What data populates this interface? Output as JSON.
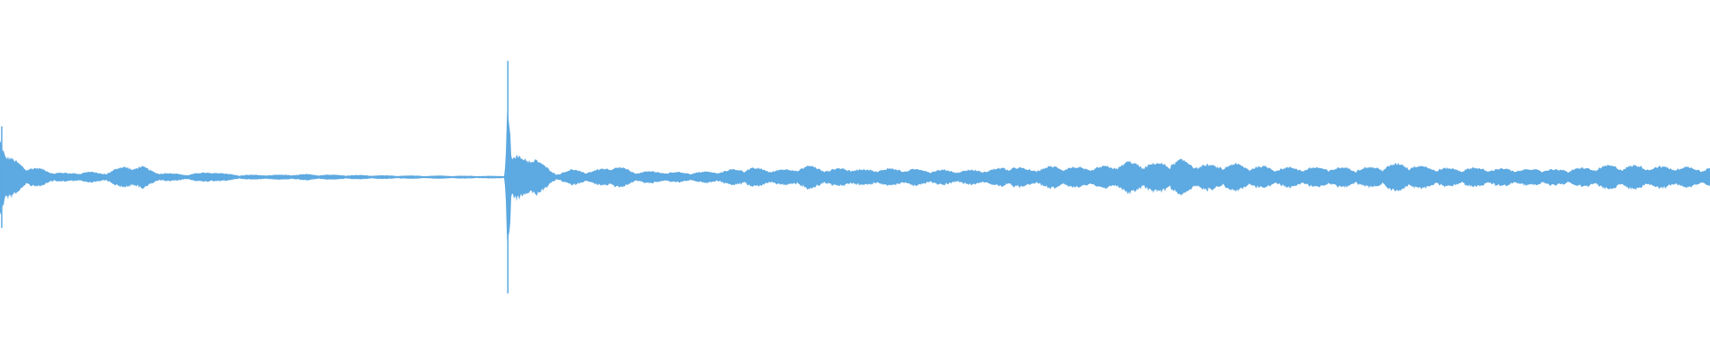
{
  "waveform": {
    "color": "#5DA9E1",
    "background": "#FFFFFF",
    "envelope": [
      [
        0.0,
        0.3
      ],
      [
        0.3,
        0.12
      ],
      [
        0.6,
        0.1
      ],
      [
        1.0,
        0.08
      ],
      [
        1.5,
        0.06
      ],
      [
        2.0,
        0.05
      ],
      [
        2.6,
        0.04
      ],
      [
        3.0,
        0.03
      ],
      [
        4.0,
        0.02
      ],
      [
        5.0,
        0.03
      ],
      [
        6.0,
        0.02
      ],
      [
        7.0,
        0.05
      ],
      [
        7.6,
        0.06
      ],
      [
        8.2,
        0.06
      ],
      [
        9.0,
        0.03
      ],
      [
        10.0,
        0.02
      ],
      [
        11.0,
        0.015
      ],
      [
        12.5,
        0.03
      ],
      [
        13.0,
        0.02
      ],
      [
        14.0,
        0.012
      ],
      [
        16.0,
        0.012
      ],
      [
        18.0,
        0.015
      ],
      [
        20.0,
        0.012
      ],
      [
        22.0,
        0.01
      ],
      [
        24.0,
        0.008
      ],
      [
        26.0,
        0.008
      ],
      [
        29.5,
        0.006
      ],
      [
        29.7,
        0.55
      ],
      [
        29.9,
        0.12
      ],
      [
        30.5,
        0.1
      ],
      [
        31.2,
        0.12
      ],
      [
        31.8,
        0.06
      ],
      [
        32.5,
        0.02
      ],
      [
        33.5,
        0.04
      ],
      [
        34.5,
        0.03
      ],
      [
        36.0,
        0.06
      ],
      [
        37.0,
        0.03
      ],
      [
        38.0,
        0.03
      ],
      [
        40.0,
        0.025
      ],
      [
        42.0,
        0.03
      ],
      [
        43.7,
        0.05
      ],
      [
        45.0,
        0.04
      ],
      [
        46.0,
        0.04
      ],
      [
        47.3,
        0.06
      ],
      [
        48.5,
        0.04
      ],
      [
        49.5,
        0.05
      ],
      [
        50.5,
        0.04
      ],
      [
        52.0,
        0.045
      ],
      [
        54.0,
        0.04
      ],
      [
        56.0,
        0.035
      ],
      [
        58.0,
        0.04
      ],
      [
        59.3,
        0.06
      ],
      [
        60.0,
        0.04
      ],
      [
        61.0,
        0.05
      ],
      [
        62.0,
        0.06
      ],
      [
        63.0,
        0.05
      ],
      [
        64.0,
        0.05
      ],
      [
        65.0,
        0.06
      ],
      [
        66.0,
        0.08
      ],
      [
        67.0,
        0.07
      ],
      [
        68.0,
        0.075
      ],
      [
        69.0,
        0.09
      ],
      [
        70.0,
        0.07
      ],
      [
        71.0,
        0.06
      ],
      [
        72.0,
        0.07
      ],
      [
        73.0,
        0.06
      ],
      [
        74.0,
        0.055
      ],
      [
        75.0,
        0.05
      ],
      [
        76.0,
        0.05
      ],
      [
        77.0,
        0.05
      ],
      [
        78.0,
        0.05
      ],
      [
        79.0,
        0.05
      ],
      [
        80.0,
        0.05
      ],
      [
        81.0,
        0.06
      ],
      [
        82.0,
        0.075
      ],
      [
        83.0,
        0.06
      ],
      [
        84.0,
        0.05
      ],
      [
        85.0,
        0.045
      ],
      [
        86.0,
        0.05
      ],
      [
        87.0,
        0.045
      ],
      [
        88.0,
        0.045
      ],
      [
        89.0,
        0.04
      ],
      [
        90.0,
        0.045
      ],
      [
        91.0,
        0.04
      ],
      [
        92.0,
        0.045
      ],
      [
        93.0,
        0.05
      ],
      [
        94.0,
        0.06
      ],
      [
        95.0,
        0.06
      ],
      [
        96.0,
        0.06
      ],
      [
        97.0,
        0.055
      ],
      [
        98.0,
        0.055
      ],
      [
        99.0,
        0.05
      ],
      [
        100.0,
        0.05
      ]
    ],
    "transients": [
      0.1,
      29.7
    ]
  }
}
